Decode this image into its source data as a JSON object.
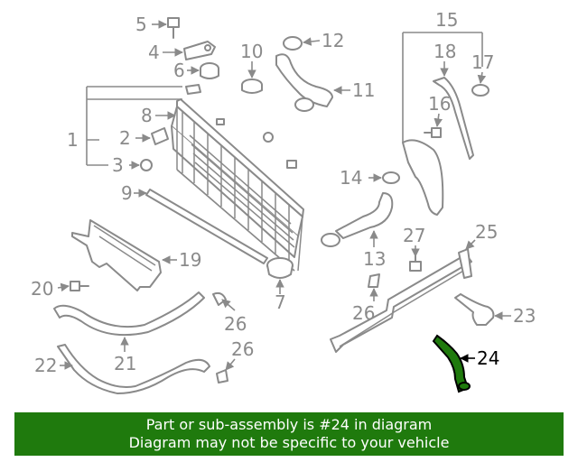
{
  "callouts": {
    "c1": "1",
    "c2": "2",
    "c3": "3",
    "c4": "4",
    "c5": "5",
    "c6": "6",
    "c7": "7",
    "c8": "8",
    "c9": "9",
    "c10": "10",
    "c11": "11",
    "c12": "12",
    "c13": "13",
    "c14": "14",
    "c15": "15",
    "c16": "16",
    "c17": "17",
    "c18": "18",
    "c19": "19",
    "c20": "20",
    "c21": "21",
    "c22": "22",
    "c23": "23",
    "c24": "24",
    "c25": "25",
    "c26a": "26",
    "c26b": "26",
    "c26c": "26",
    "c27": "27"
  },
  "highlight": {
    "part_number": "24",
    "color": "#1f7a0d"
  },
  "colors": {
    "line": "#8a8a8a",
    "banner": "#1f7a0d",
    "banner_text": "#ffffff"
  },
  "banner": {
    "line1": "Part or sub-assembly is #24 in diagram",
    "line2": "Diagram may not be specific to your vehicle"
  }
}
